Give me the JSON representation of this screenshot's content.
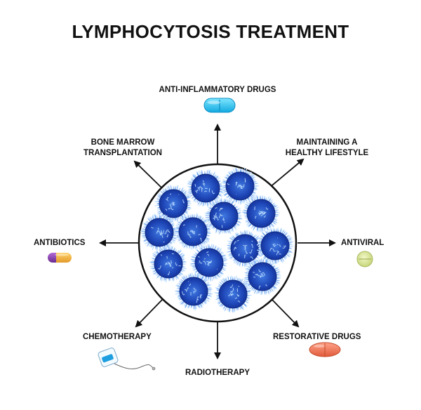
{
  "title": "LYMPHOCYTOSIS TREATMENT",
  "colors": {
    "cell_dark": "#1a39a8",
    "cell_mid": "#3f78e0",
    "cell_light": "#a9d2ff",
    "circle_stroke": "#111111",
    "arrow": "#111111"
  },
  "treatments": {
    "anti_inflammatory": {
      "label": "ANTI-INFLAMMATORY DRUGS",
      "icon": "blue-capsule-tablet-icon"
    },
    "healthy_lifestyle": {
      "line1": "MAINTAINING A",
      "line2": "HEALTHY LIFESTYLE"
    },
    "antiviral": {
      "label": "ANTIVIRAL",
      "icon": "round-green-tablet-icon"
    },
    "restorative": {
      "label": "RESTORATIVE DRUGS",
      "icon": "orange-oval-tablet-icon"
    },
    "radiotherapy": {
      "label": "RADIOTHERAPY"
    },
    "chemotherapy": {
      "label": "CHEMOTHERAPY",
      "icon": "iv-drip-bag-icon"
    },
    "antibiotics": {
      "label": "ANTIBIOTICS",
      "icon": "purple-orange-capsule-icon"
    },
    "bone_marrow": {
      "line1": "BONE MARROW",
      "line2": "TRANSPLANTATION"
    }
  }
}
